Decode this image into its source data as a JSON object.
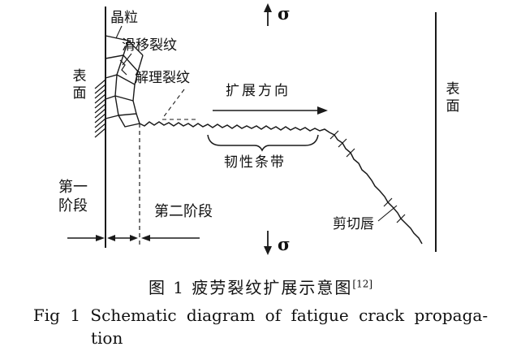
{
  "diagram": {
    "sigma_top": "σ",
    "sigma_bottom": "σ",
    "grain_label": "晶粒",
    "slip_crack_label": "滑移裂纹",
    "cleavage_crack_label": "解理裂纹",
    "propagation_direction_label": "扩展方向",
    "ductile_striation_label": "韧性条带",
    "shear_lip_label": "剪切唇",
    "surface_left_label": "表面",
    "surface_right_label": "表面",
    "stage1_label": "第一阶段",
    "stage2_label": "第二阶段"
  },
  "caption": {
    "zh_text": "图 1  疲劳裂纹扩展示意图",
    "zh_ref": "[12]",
    "en_line1": "Fig 1 Schematic diagram of fatigue crack propaga-",
    "en_line2": "tion"
  },
  "colors": {
    "ink": "#1a1a1a",
    "background": "#ffffff"
  }
}
